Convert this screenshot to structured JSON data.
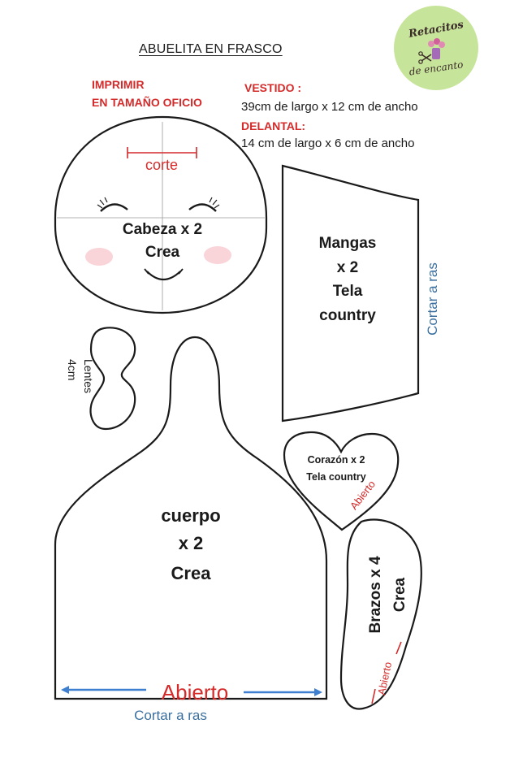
{
  "header": {
    "title": "ABUELITA EN FRASCO",
    "print_line1": "IMPRIMIR",
    "print_line2": "EN TAMAÑO OFICIO",
    "vestido_label": "VESTIDO :",
    "vestido_size": "39cm de largo x 12 cm de ancho",
    "delantal_label": "DELANTAL:",
    "delantal_size": "14 cm de largo x 6 cm de ancho"
  },
  "logo": {
    "line1": "Retacitos",
    "line2": "de encanto"
  },
  "pieces": {
    "head": {
      "cut_mark": "corte",
      "label_line1": "Cabeza  x  2",
      "label_line2": "Crea"
    },
    "glasses": {
      "label_line1": "Lentes",
      "label_line2": "4cm"
    },
    "sleeves": {
      "line1": "Mangas",
      "line2": "x 2",
      "line3": "Tela",
      "line4": "country",
      "side_note": "Cortar a ras"
    },
    "heart": {
      "line1": "Corazón  x  2",
      "line2": "Tela country",
      "open_note": "Abierto"
    },
    "body": {
      "line1": "cuerpo",
      "line2": "x  2",
      "line3": "Crea",
      "open_note": "Abierto",
      "bottom_note": "Cortar a ras"
    },
    "arms": {
      "line1": "Brazos  x  4",
      "line2": "Crea",
      "open_note": "Abierto"
    }
  },
  "colors": {
    "red": "#d42a2a",
    "blue_note": "#3a6f9e",
    "arrow": "#3f7fcf",
    "logo_bg": "#c7e59a",
    "blush": "#f7c9cf",
    "outline": "#1a1a1a"
  }
}
